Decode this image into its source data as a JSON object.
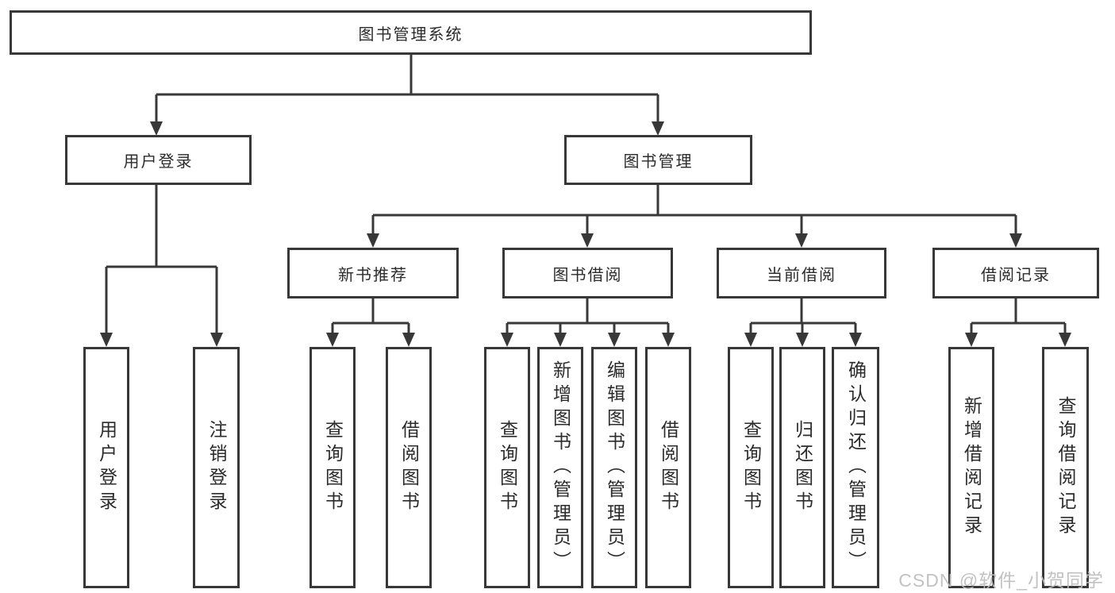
{
  "diagram": {
    "nodes": {
      "root": "图书管理系统",
      "user_login": "用户登录",
      "book_mgmt": "图书管理",
      "new_book": "新书推荐",
      "book_borrow": "图书借阅",
      "current_borrow": "当前借阅",
      "borrow_record": "借阅记录",
      "leaf_user_login": "用户登录",
      "leaf_logout": "注销登录",
      "nb_query": "查询图书",
      "nb_borrow": "借阅图书",
      "bb_query": "查询图书",
      "bb_add": "新增图书（管理员）",
      "bb_edit": "编辑图书（管理员）",
      "bb_borrow": "借阅图书",
      "cb_query": "查询图书",
      "cb_return": "归还图书",
      "cb_confirm": "确认归还（管理员）",
      "br_add": "新增借阅记录",
      "br_query": "查询借阅记录"
    },
    "watermark": "CSDN @软件_小贺同学",
    "colors": {
      "line": "#383838",
      "text": "#2b2b2b",
      "watermark": "#bdbdbd"
    }
  }
}
